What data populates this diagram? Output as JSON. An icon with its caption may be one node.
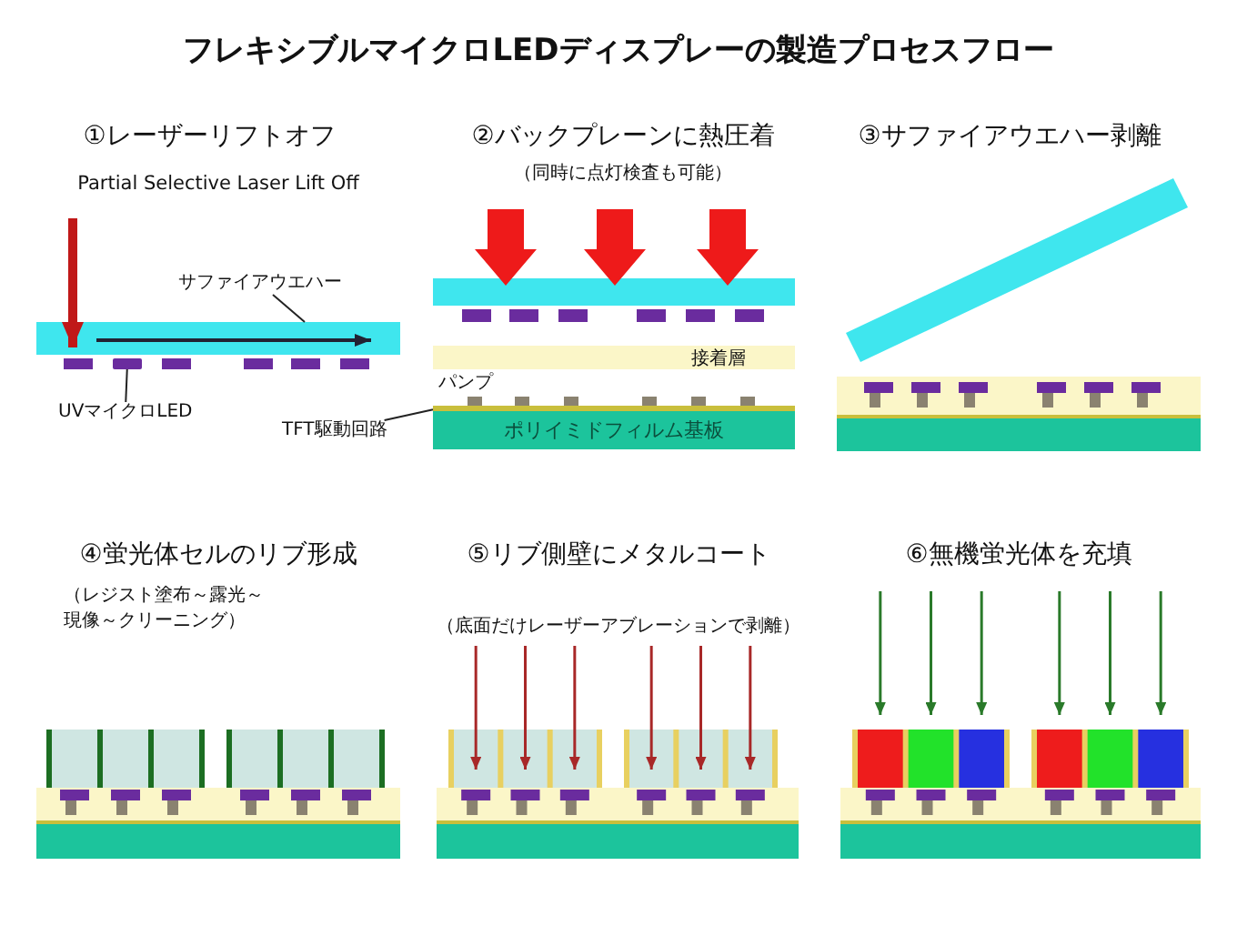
{
  "diagram": {
    "title": "フレキシブルマイクロLEDディスプレーの製造プロセスフロー",
    "nodes": [
      {
        "text": [
          "サファイアウエハー"
        ]
      },
      {
        "text": [],
        "shape": "bar"
      },
      {
        "text": [
          "UVマイクロLED"
        ]
      },
      {
        "text": [],
        "shape": "box"
      },
      {
        "text": [
          "TFT駆動回路"
        ]
      },
      {
        "text": [],
        "shape": "bar"
      },
      {
        "text": [
          "ポリイミドフィルム基板"
        ]
      }
    ],
    "edges": [
      {
        "from": 0,
        "to": 1,
        "arrow": "none"
      },
      {
        "from": 2,
        "to": 3,
        "arrow": "none"
      },
      {
        "from": 4,
        "to": 5,
        "arrow": "none"
      }
    ],
    "labels": [
      "①レーザーリフトオフ",
      "Partial Selective Laser Lift Off",
      "②バックプレーンに熱圧着",
      "（同時に点灯検査も可能）",
      "③サファイアウエハー剥離",
      "接着層",
      "パンプ",
      "④蛍光体セルのリブ形成",
      "（レジスト塗布～露光～現像～クリーニング）",
      "⑤リブ側壁にメタルコート",
      "（底面だけレーザーアブレーションで剥離）",
      "⑥無機蛍光体を充填"
    ]
  }
}
